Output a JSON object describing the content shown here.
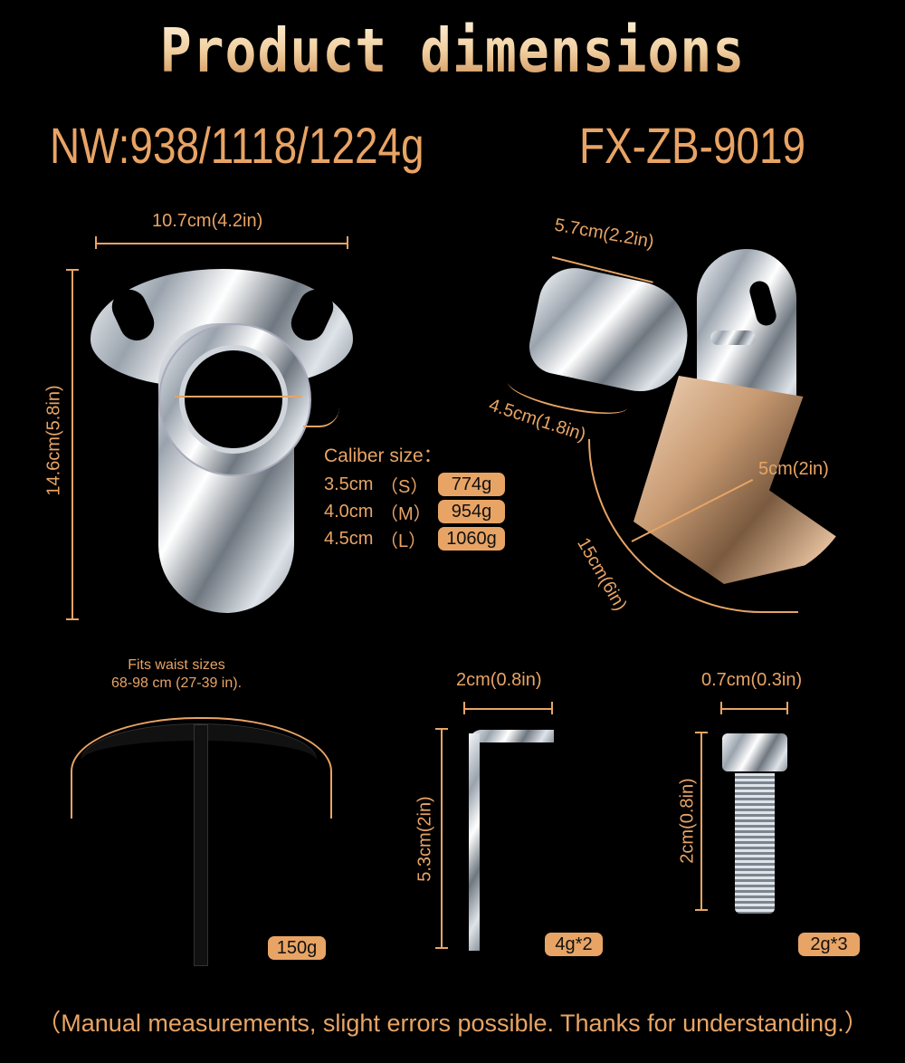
{
  "header": {
    "title": "Product dimensions",
    "net_weight": "NW:938/1118/1224g",
    "model": "FX-ZB-9019"
  },
  "front_view": {
    "width_label": "10.7cm(4.2in)",
    "height_label": "14.6cm(5.8in)",
    "caliber": {
      "heading": "Caliber size：",
      "sizes": [
        {
          "diameter": "3.5cm",
          "size": "（S）",
          "weight": "774g"
        },
        {
          "diameter": "4.0cm",
          "size": "（M）",
          "weight": "954g"
        },
        {
          "diameter": "4.5cm",
          "size": "（L）",
          "weight": "1060g"
        }
      ]
    }
  },
  "side_view": {
    "top_length_label": "5.7cm(2.2in)",
    "tube_length_label": "4.5cm(1.8in)",
    "guard_width_label": "5cm(2in)",
    "guard_curve_label": "15cm(6in)"
  },
  "belt": {
    "note_line1": "Fits waist sizes",
    "note_line2": "68-98 cm (27-39 in).",
    "weight": "150g"
  },
  "hex_key": {
    "width_label": "2cm(0.8in)",
    "height_label": "5.3cm(2in)",
    "weight": "4g*2"
  },
  "screw": {
    "width_label": "0.7cm(0.3in)",
    "height_label": "2cm(0.8in)",
    "weight": "2g*3"
  },
  "footer": {
    "disclaimer": "（Manual measurements, slight errors possible. Thanks for understanding.）"
  },
  "colors": {
    "background": "#000000",
    "accent": "#e8a465",
    "badge_text": "#111111"
  }
}
